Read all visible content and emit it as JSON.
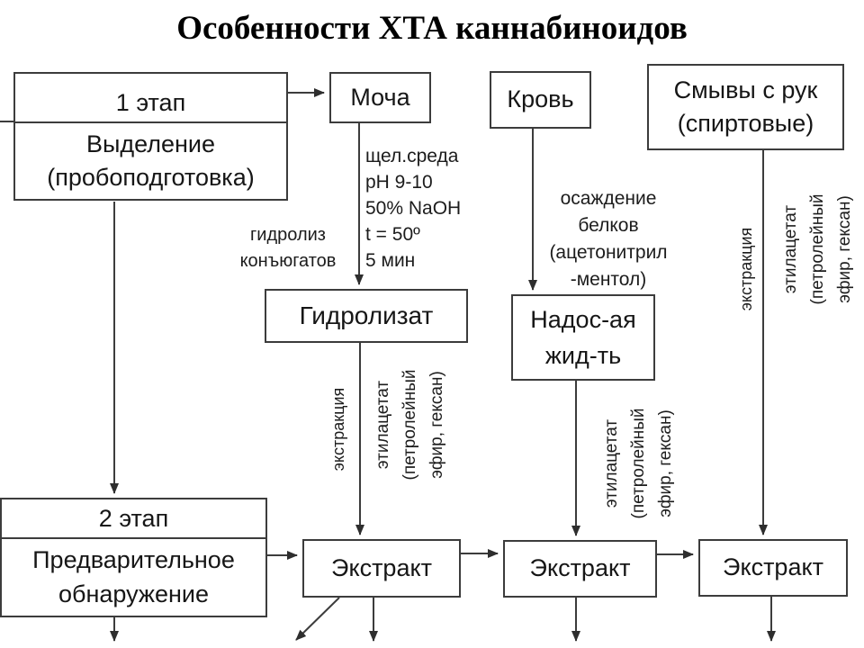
{
  "title": "Особенности ХТА каннабиноидов",
  "stage1": {
    "header": "1 этап",
    "body": "Выделение\n(пробоподготовка)"
  },
  "stage2": {
    "header": "2 этап",
    "body": "Предварительное\nобнаружение"
  },
  "samples": {
    "urine": "Моча",
    "blood": "Кровь",
    "swabs": "Смывы с рук\n(спиртовые)"
  },
  "intermediates": {
    "hydrolysate": "Гидролизат",
    "supernatant": "Надос-ая\nжид-ть"
  },
  "extracts": {
    "from_urine": "Экстракт",
    "from_blood": "Экстракт",
    "from_swabs": "Экстракт"
  },
  "annotations": {
    "hydrolysis": "гидролиз\nконъюгатов",
    "alkaline_conditions": "щел.среда\npH 9-10\n50% NaOH\nt = 50º\n5 мин",
    "protein_precipitation": "осаждение\nбелков\n(ацетонитрил\n-ментол)",
    "extraction_urine": "экстракция",
    "solvent_urine": "этилацетат\n(петролейный\nэфир, гексан)",
    "solvent_blood": "этилацетат\n(петролейный\nэфир, гексан)",
    "extraction_swabs": "экстракция",
    "solvent_swabs": "этилацетат\n(петролейный\nэфир, гексан)"
  },
  "colors": {
    "line": "#3c3c3c",
    "text": "#1c1c1c",
    "background": "#ffffff"
  }
}
